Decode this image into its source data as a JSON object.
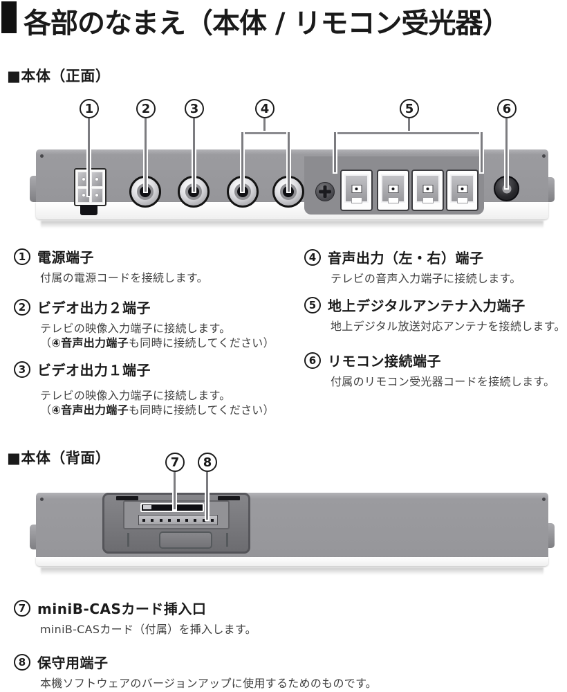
{
  "title": "各部のなまえ（本体 / リモコン受光器）",
  "sections": {
    "front": "■本体（正面）",
    "back": "■本体（背面）"
  },
  "callouts": {
    "c1": "1",
    "c2": "2",
    "c3": "3",
    "c4": "4",
    "c5": "5",
    "c6": "6",
    "c7": "7",
    "c8": "8"
  },
  "items": {
    "i1": {
      "num": "1",
      "title": "電源端子",
      "desc1": "付属の電源コードを接続します。"
    },
    "i2": {
      "num": "2",
      "title": "ビデオ出力２端子",
      "desc1": "テレビの映像入力端子に接続します。",
      "d2a": "（",
      "d2b": "④音声出力端子",
      "d2c": "も同時に接続してください）"
    },
    "i3": {
      "num": "3",
      "title": "ビデオ出力１端子",
      "desc1": "テレビの映像入力端子に接続します。",
      "d2a": "（",
      "d2b": "④音声出力端子",
      "d2c": "も同時に接続してください）"
    },
    "i4": {
      "num": "4",
      "title": "音声出力（左・右）端子",
      "desc1": "テレビの音声入力端子に接続します。"
    },
    "i5": {
      "num": "5",
      "title": "地上デジタルアンテナ入力端子",
      "desc1": "地上デジタル放送対応アンテナを接続します。"
    },
    "i6": {
      "num": "6",
      "title": "リモコン接続端子",
      "desc1": "付属のリモコン受光器コードを接続します。"
    },
    "i7": {
      "num": "7",
      "title": "miniB-CASカード挿入口",
      "desc1": "miniB-CASカード（付属）を挿入します。"
    },
    "i8": {
      "num": "8",
      "title": "保守用端子",
      "desc1": "本機ソフトウェアのバージョンアップに使用するためのものです。"
    }
  },
  "colors": {
    "device_gray": "#9a9a9e",
    "device_dark_module": "#6b6b6f",
    "panel_white": "#ffffff",
    "text_black": "#1a1a1a",
    "desc_gray": "#404040",
    "leader_line": "#7c7c80"
  }
}
